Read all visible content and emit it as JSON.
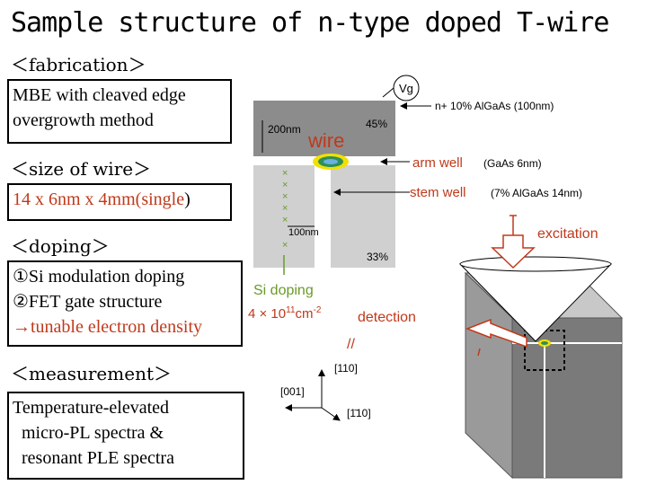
{
  "title": "Sample structure of n-type doped T-wire",
  "sections": {
    "fabrication": "＜fabrication＞",
    "size": "＜size of wire＞",
    "doping": "＜doping＞",
    "measurement": "＜measurement＞"
  },
  "boxes": {
    "fabrication_line1": "MBE with cleaved edge",
    "fabrication_line2": "overgrowth method",
    "size_prefix": "14 x 6nm x 4mm(",
    "size_single": "single",
    "size_suffix": ")",
    "doping_line1": "①Si modulation doping",
    "doping_line2": "②FET gate structure",
    "doping_line3": "→tunable electron density",
    "measurement_line1": "Temperature-elevated",
    "measurement_line2": "micro-PL spectra &",
    "measurement_line3": "resonant PLE spectra"
  },
  "diagram": {
    "vg": "Vg",
    "top_layer": "n+ 10% AlGaAs (100nm)",
    "thickness": "200nm",
    "pct_top": "45%",
    "wire": "wire",
    "arm_well": "arm well",
    "arm_well_spec": "(GaAs 6nm)",
    "stem_well": "stem well",
    "stem_well_spec": "(7% AlGaAs 14nm)",
    "stem_width": "100nm",
    "pct_bottom": "33%",
    "si_doping": "Si doping",
    "si_density": "4 × 10",
    "si_exp1": "11",
    "si_unit": "cm",
    "si_exp2": "-2",
    "excitation": "excitation",
    "detection": "detection",
    "axis_110": "[110]",
    "axis_001": "[001]",
    "axis_1bar10": "[1̄10]"
  },
  "colors": {
    "accent_red": "#c0391b",
    "green": "#6a9a2a",
    "gray_dark": "#8c8c8c",
    "gray_light": "#cfcfcf"
  }
}
